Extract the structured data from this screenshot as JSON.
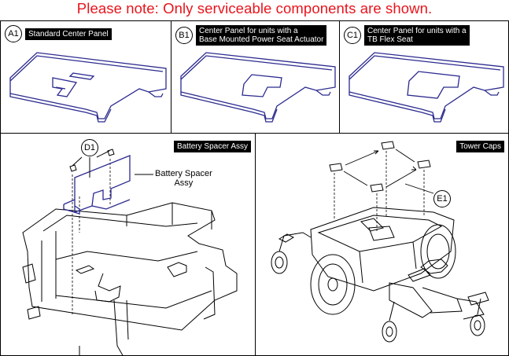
{
  "notice": "Please note: Only serviceable components are shown.",
  "panels": {
    "a1": {
      "id": "A1",
      "label": "Standard Center Panel"
    },
    "b1": {
      "id": "B1",
      "label_line1": "Center Panel for units with a",
      "label_line2": "Base Mounted Power Seat Actuator"
    },
    "c1": {
      "id": "C1",
      "label_line1": "Center Panel for units with a",
      "label_line2": "TB Flex Seat"
    },
    "battery": {
      "label": "Battery Spacer Assy",
      "callout": "D1",
      "part_line1": "Battery Spacer",
      "part_line2": "Assy"
    },
    "tower": {
      "label": "Tower Caps",
      "callout": "E1"
    }
  },
  "colors": {
    "notice": "#e8141c",
    "part_outline": "#2b2a8f",
    "line": "#000000"
  }
}
